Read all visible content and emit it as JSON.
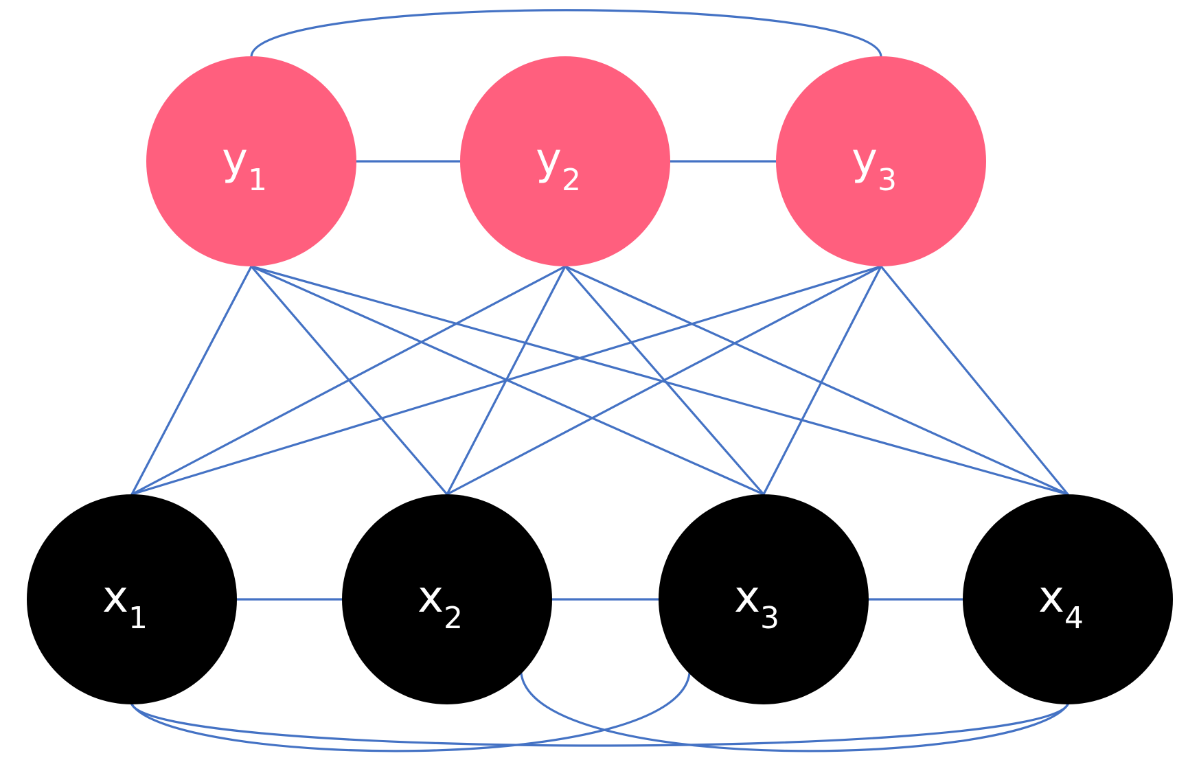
{
  "colors": {
    "edge": "#4472c4",
    "y_node": "#ff5f7e",
    "x_node": "#000000",
    "label": "#ffffff"
  },
  "nodes": {
    "y1": {
      "base": "y",
      "sub": "1"
    },
    "y2": {
      "base": "y",
      "sub": "2"
    },
    "y3": {
      "base": "y",
      "sub": "3"
    },
    "x1": {
      "base": "x",
      "sub": "1"
    },
    "x2": {
      "base": "x",
      "sub": "2"
    },
    "x3": {
      "base": "x",
      "sub": "3"
    },
    "x4": {
      "base": "x",
      "sub": "4"
    }
  },
  "edges": [
    [
      "y1",
      "y2"
    ],
    [
      "y2",
      "y3"
    ],
    [
      "y1",
      "y3"
    ],
    [
      "x1",
      "x2"
    ],
    [
      "x2",
      "x3"
    ],
    [
      "x3",
      "x4"
    ],
    [
      "x1",
      "x3"
    ],
    [
      "x2",
      "x4"
    ],
    [
      "x1",
      "x4"
    ],
    [
      "y1",
      "x1"
    ],
    [
      "y1",
      "x2"
    ],
    [
      "y1",
      "x3"
    ],
    [
      "y1",
      "x4"
    ],
    [
      "y2",
      "x1"
    ],
    [
      "y2",
      "x2"
    ],
    [
      "y2",
      "x3"
    ],
    [
      "y2",
      "x4"
    ],
    [
      "y3",
      "x1"
    ],
    [
      "y3",
      "x2"
    ],
    [
      "y3",
      "x3"
    ],
    [
      "y3",
      "x4"
    ]
  ]
}
